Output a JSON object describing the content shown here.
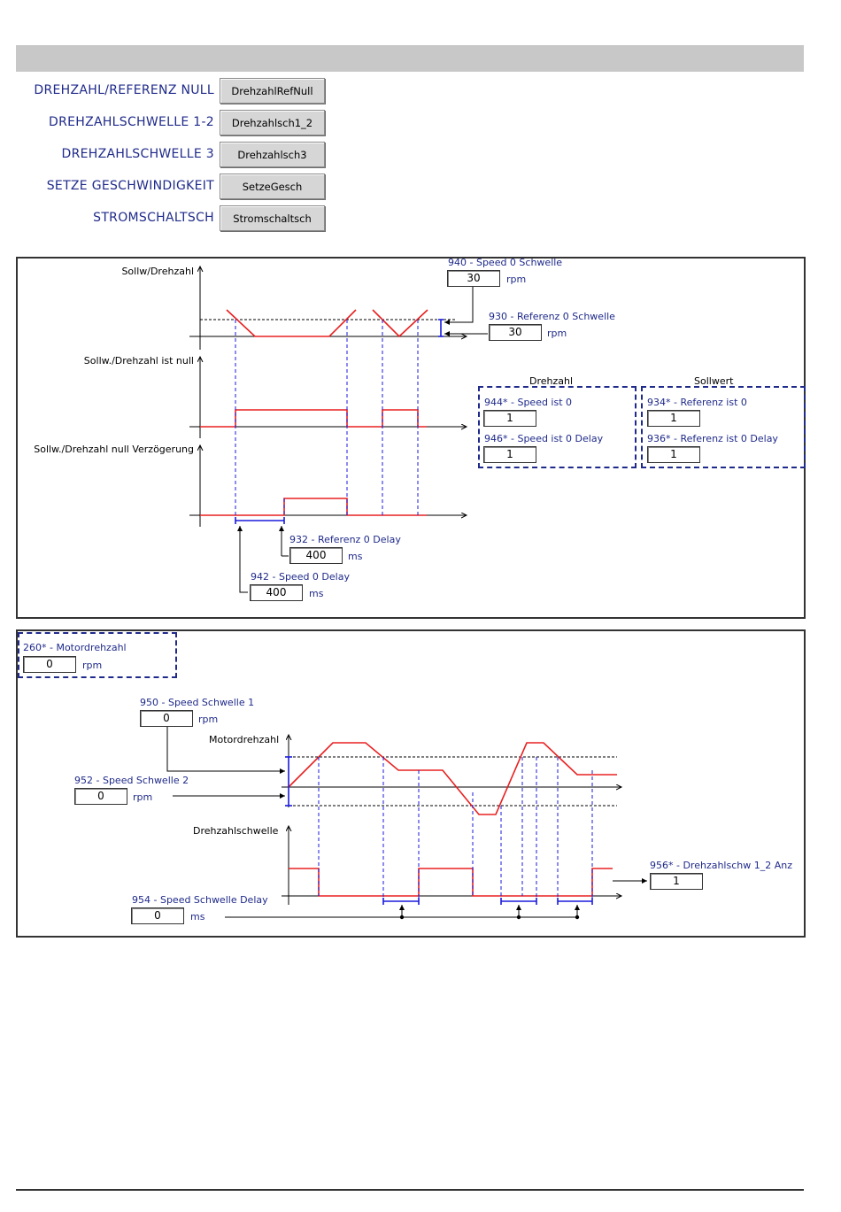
{
  "nav": [
    {
      "label": "DREHZAHL/REFERENZ NULL",
      "button": "DrehzahlRefNull"
    },
    {
      "label": "DREHZAHLSCHWELLE 1-2",
      "button": "Drehzahlsch1_2"
    },
    {
      "label": "DREHZAHLSCHWELLE 3",
      "button": "Drehzahlsch3"
    },
    {
      "label": "SETZE GESCHWINDIGKEIT",
      "button": "SetzeGesch"
    },
    {
      "label": "STROMSCHALTSCH",
      "button": "Stromschaltsch"
    }
  ],
  "panel1": {
    "axis1": "Sollw/Drehzahl",
    "axis2": "Sollw./Drehzahl ist null",
    "axis3": "Sollw./Drehzahl null Verzögerung",
    "p940": {
      "label": "940 - Speed 0 Schwelle",
      "value": "30",
      "unit": "rpm"
    },
    "p930": {
      "label": "930 - Referenz 0 Schwelle",
      "value": "30",
      "unit": "rpm"
    },
    "p932": {
      "label": "932 - Referenz 0 Delay",
      "value": "400",
      "unit": "ms"
    },
    "p942": {
      "label": "942 - Speed 0 Delay",
      "value": "400",
      "unit": "ms"
    },
    "grp_drehzahl": {
      "title": "Drehzahl",
      "p944": {
        "label": "944* - Speed ist 0",
        "value": "1"
      },
      "p946": {
        "label": "946* - Speed ist 0 Delay",
        "value": "1"
      }
    },
    "grp_sollwert": {
      "title": "Sollwert",
      "p934": {
        "label": "934* - Referenz ist 0",
        "value": "1"
      },
      "p936": {
        "label": "936* - Referenz ist 0 Delay",
        "value": "1"
      }
    }
  },
  "panel2": {
    "p260": {
      "label": "260* - Motordrehzahl",
      "value": "0",
      "unit": "rpm"
    },
    "p950": {
      "label": "950 - Speed Schwelle 1",
      "value": "0",
      "unit": "rpm"
    },
    "p952": {
      "label": "952 - Speed Schwelle 2",
      "value": "0",
      "unit": "rpm"
    },
    "p954": {
      "label": "954 - Speed Schwelle Delay",
      "value": "0",
      "unit": "ms"
    },
    "p956": {
      "label": "956* - Drehzahlschw 1_2 Anz",
      "value": "1"
    },
    "axis1": "Motordrehzahl",
    "axis2": "Drehzahlschwelle"
  },
  "colors": {
    "signal": "#e82020",
    "marker": "#1a1adc",
    "label": "#1f2a8a"
  }
}
